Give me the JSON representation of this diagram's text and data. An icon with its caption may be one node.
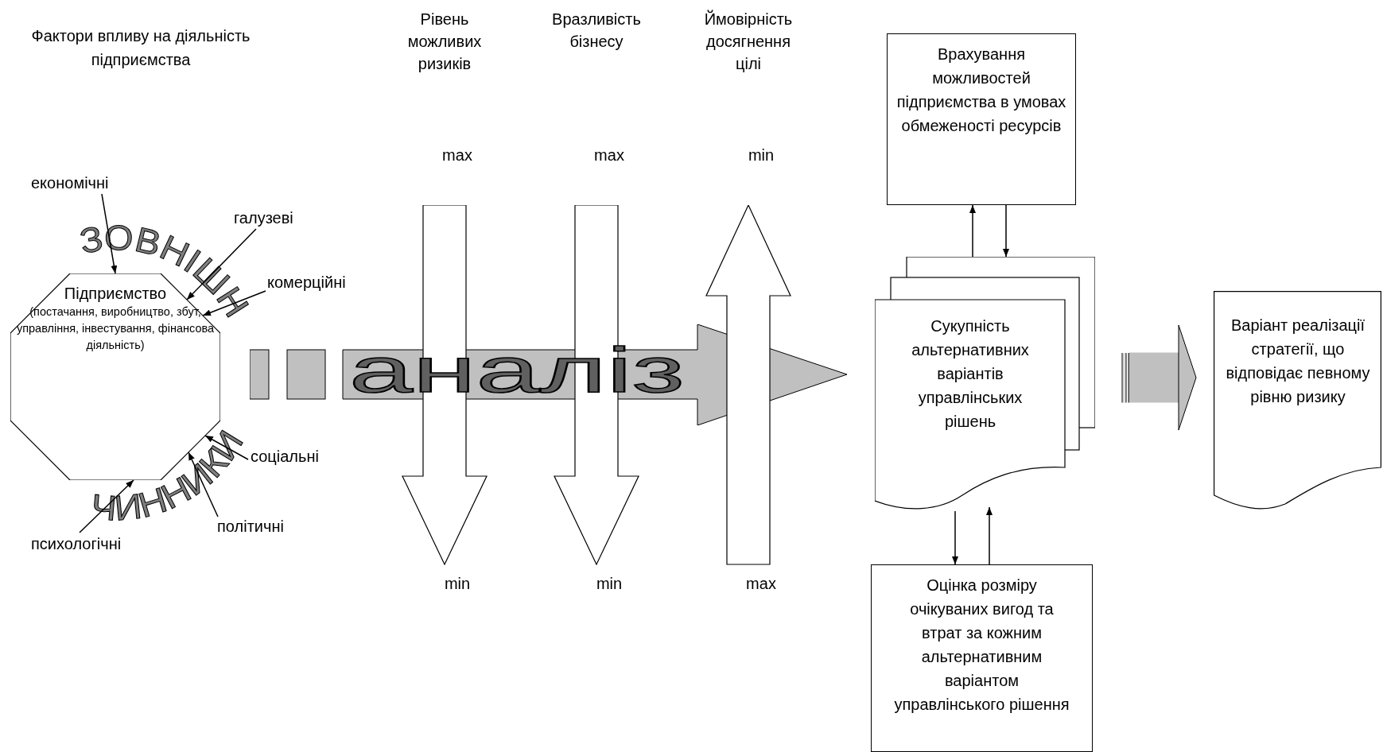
{
  "diagram": {
    "title": "Фактори впливу на діяльність підприємства",
    "nodes": [
      {
        "text": [
          "Підприємство",
          "(постачання, виробництво, збут, управління, інвестування, фінансова діяльність)"
        ]
      },
      {
        "text": [
          "економічні"
        ]
      },
      {
        "text": [
          "галузеві"
        ]
      },
      {
        "text": [
          "комерційні"
        ]
      },
      {
        "text": [
          "соціальні"
        ]
      },
      {
        "text": [
          "політичні"
        ]
      },
      {
        "text": [
          "психологічні"
        ]
      },
      {
        "text": [
          "аналіз"
        ]
      },
      {
        "text": [
          "Рівень можливих ризиків",
          "max",
          "min"
        ]
      },
      {
        "text": [
          "Вразливість бізнесу",
          "max",
          "min"
        ]
      },
      {
        "text": [
          "Ймовірність досягнення цілі",
          "min",
          "max"
        ]
      },
      {
        "text": [
          "Врахування можливостей підприємства в умовах обмеженості ресурсів"
        ]
      },
      {
        "text": [
          "Сукупність альтернативних варіантів управлінських рішень"
        ]
      },
      {
        "text": [
          "Оцінка розміру очікуваних вигод та втрат за кожним альтернативним варіантом управлінського рішення"
        ]
      },
      {
        "text": [
          "Варіант реалізації стратегії, що відповідає певному рівню ризику"
        ]
      }
    ],
    "edges": [
      {
        "from": 1,
        "to": 0,
        "arrow": "to"
      },
      {
        "from": 2,
        "to": 0,
        "arrow": "to"
      },
      {
        "from": 3,
        "to": 0,
        "arrow": "to"
      },
      {
        "from": 4,
        "to": 0,
        "arrow": "to"
      },
      {
        "from": 5,
        "to": 0,
        "arrow": "to"
      },
      {
        "from": 6,
        "to": 0,
        "arrow": "to"
      },
      {
        "from": 12,
        "to": 11,
        "arrow": "to"
      },
      {
        "from": 11,
        "to": 12,
        "arrow": "to"
      },
      {
        "from": 12,
        "to": 13,
        "arrow": "to"
      },
      {
        "from": 13,
        "to": 12,
        "arrow": "to"
      },
      {
        "from": 12,
        "to": 14,
        "arrow": "to",
        "style": "thick",
        "color": "#c0c0c0"
      }
    ],
    "labels": [
      "ЗОВНІШНІ",
      "ЧИННИКИ"
    ]
  }
}
